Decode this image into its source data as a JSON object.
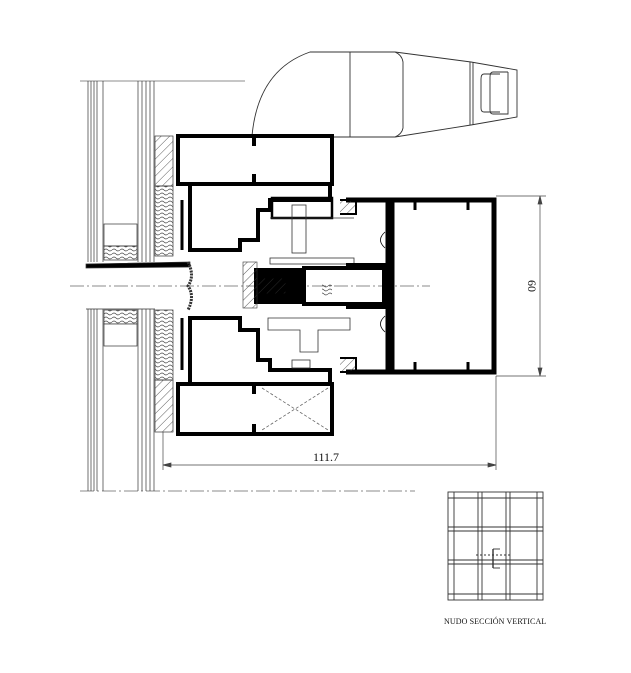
{
  "drawing": {
    "title": "NUDO SECCIÓN VERTICAL",
    "type": "window frame vertical section detail",
    "colors": {
      "profile": "#000000",
      "line": "#333333",
      "thin_line": "#555555",
      "background": "#ffffff"
    }
  },
  "dimensions": {
    "width_label": "111.7",
    "height_label": "60"
  },
  "components": [
    {
      "name": "glazing-unit-upper",
      "description": "double glazing with spacer"
    },
    {
      "name": "glazing-unit-lower",
      "description": "double glazing with spacer"
    },
    {
      "name": "upper-frame-profile",
      "description": "rectangular aluminium profile"
    },
    {
      "name": "lower-frame-profile",
      "description": "rectangular aluminium profile with dashed cross"
    },
    {
      "name": "thermal-break",
      "description": "central hatched insulating bar"
    },
    {
      "name": "fixed-frame",
      "description": "60 mm deep rectangular box profile"
    },
    {
      "name": "handle",
      "description": "lever handle shown in elevation"
    },
    {
      "name": "key-plan",
      "description": "3x3 grid elevation with section marker"
    }
  ]
}
